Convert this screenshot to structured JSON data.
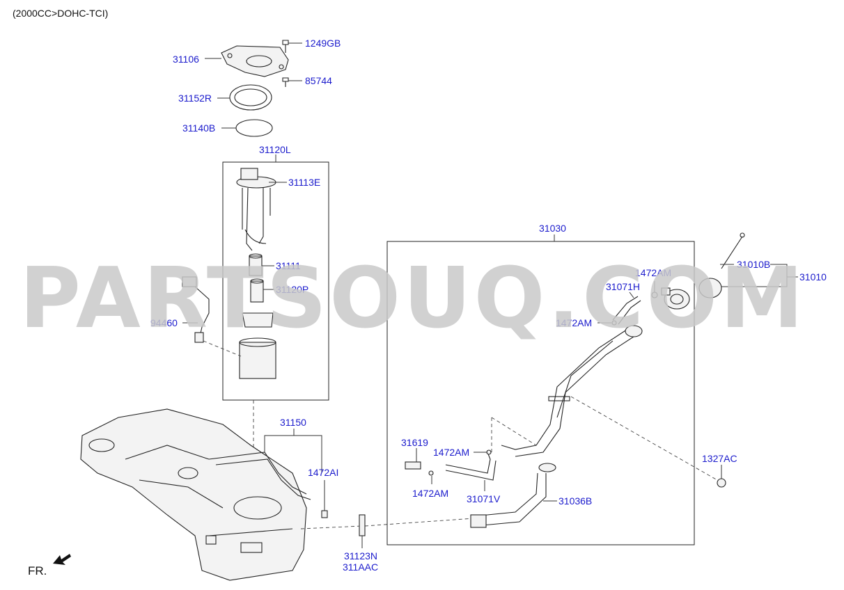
{
  "header": {
    "engine_spec": "(2000CC>DOHC-TCI)"
  },
  "watermark": "PARTSOUQ.COM",
  "direction": {
    "label": "FR."
  },
  "parts": {
    "p1249GB": "1249GB",
    "p85744": "85744",
    "p31106": "31106",
    "p31152R": "31152R",
    "p31140B": "31140B",
    "p31120L": "31120L",
    "p31113E": "31113E",
    "p31111": "31111",
    "p31120P": "31120P",
    "p94460": "94460",
    "p31150": "31150",
    "p1472AI": "1472AI",
    "p31123N": "31123N",
    "p311AAC": "311AAC",
    "p31030": "31030",
    "p1472AM_top": "1472AM",
    "p31071H": "31071H",
    "p1472AM_mid": "1472AM",
    "p31010B": "31010B",
    "p31010": "31010",
    "p31619": "31619",
    "p1472AM_hose": "1472AM",
    "p1472AM_low": "1472AM",
    "p31071V": "31071V",
    "p31036B": "31036B",
    "p1327AC": "1327AC"
  },
  "colors": {
    "label": "#1a1acc",
    "line": "#222222",
    "watermark": "#c9c9c9"
  }
}
